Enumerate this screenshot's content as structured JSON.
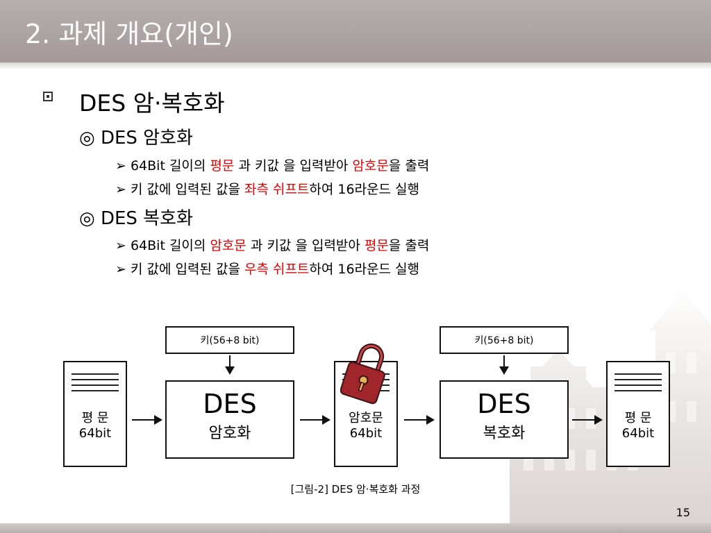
{
  "slide": {
    "title": "2. 과제 개요(개인)",
    "heading": "DES 암·복호화",
    "sections": [
      {
        "label": "◎ DES 암호화",
        "bullets": [
          {
            "marker": "➢",
            "pre": "64Bit 길이의 ",
            "red1": "평문",
            "mid": " 과 키값 을 입력받아 ",
            "red2": "암호문",
            "post": "을 출력"
          },
          {
            "marker": "➢",
            "pre": "키 값에 입력된 값을 ",
            "red1": "좌측 쉬프트",
            "mid": "하여 16라운드 실행",
            "red2": "",
            "post": ""
          }
        ]
      },
      {
        "label": "◎ DES 복호화",
        "bullets": [
          {
            "marker": "➢",
            "pre": "64Bit 길이의 ",
            "red1": "암호문",
            "mid": " 과 키값 을 입력받아 ",
            "red2": "평문",
            "post": "을 출력"
          },
          {
            "marker": "➢",
            "pre": "키 값에 입력된 값을 ",
            "red1": "우측 쉬프트",
            "mid": "하여 16라운드 실행",
            "red2": "",
            "post": ""
          }
        ]
      }
    ],
    "diagram": {
      "key1": "키(56+8 bit)",
      "key2": "키(56+8 bit)",
      "plain_in": {
        "l1": "평 문",
        "l2": "64bit"
      },
      "cipher": {
        "l1": "암호문",
        "l2": "64bit"
      },
      "plain_out": {
        "l1": "평 문",
        "l2": "64bit"
      },
      "des1": {
        "big": "DES",
        "small": "암호화"
      },
      "des2": {
        "big": "DES",
        "small": "복호화"
      }
    },
    "caption": "[그림-2] DES 암·복호화 과정",
    "page_number": "15",
    "colors": {
      "title_bar": "#aea5a5",
      "highlight": "#e00000",
      "lock": "#a0262b"
    }
  }
}
